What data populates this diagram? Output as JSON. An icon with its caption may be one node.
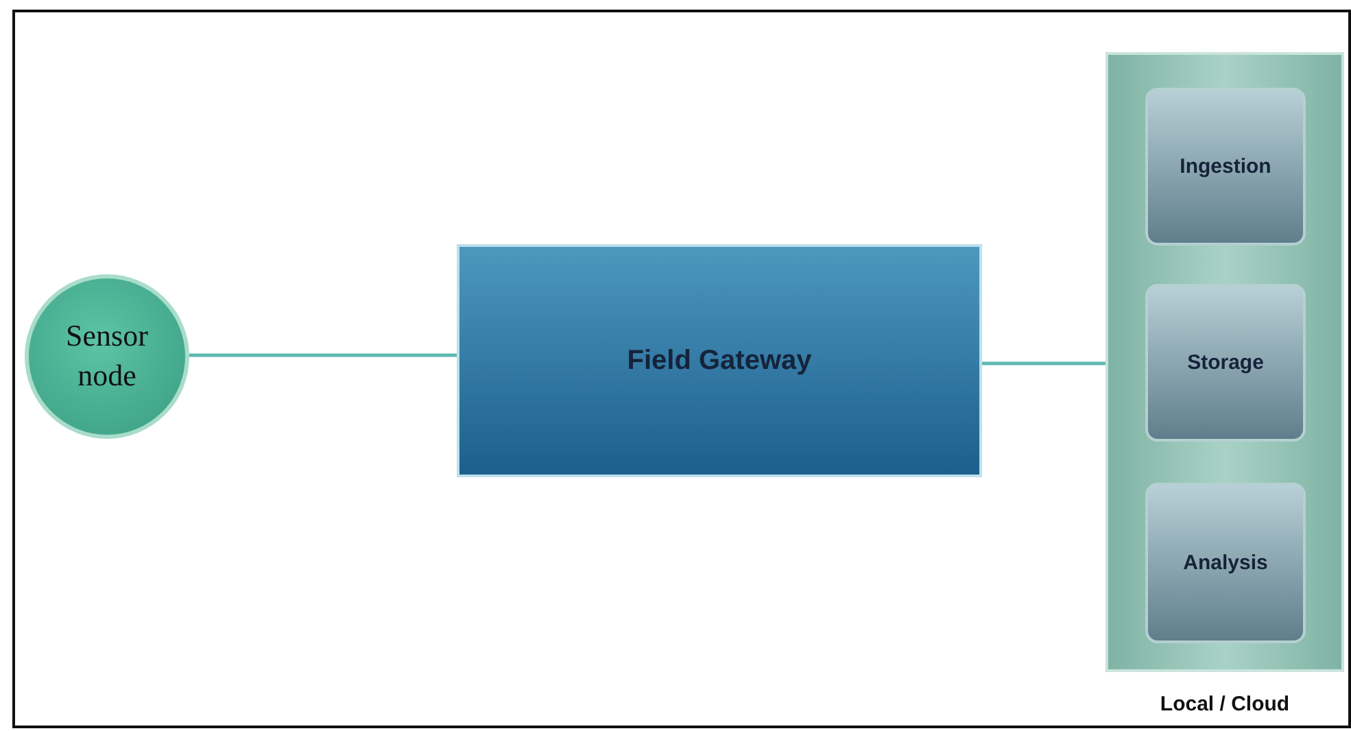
{
  "diagram": {
    "nodes": [
      {
        "text": [
          "Sensor node"
        ]
      },
      {
        "text": [
          "Field Gateway"
        ]
      },
      {
        "text": [
          "Local / Cloud"
        ]
      },
      {
        "text": [
          "Ingestion"
        ],
        "in": 2
      },
      {
        "text": [
          "Storage"
        ],
        "in": 2
      },
      {
        "text": [
          "Analysis"
        ],
        "in": 2
      }
    ],
    "edges": [
      {
        "from": 0,
        "to": 1,
        "arrow": "none"
      },
      {
        "from": 1,
        "to": 2,
        "arrow": "none"
      }
    ]
  }
}
